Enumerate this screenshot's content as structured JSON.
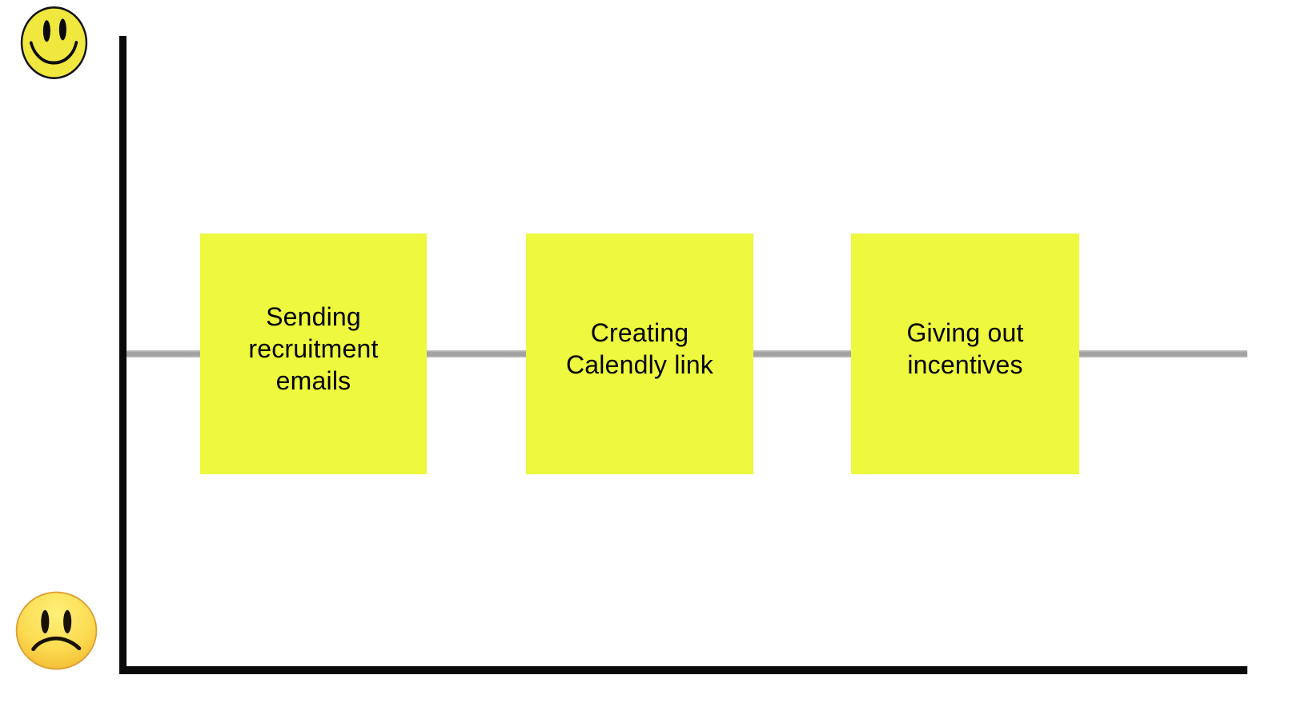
{
  "diagram": {
    "type": "journey-map",
    "sentiment_axis": {
      "top": "happy",
      "bottom": "sad"
    },
    "notes": [
      {
        "label": "Sending recruitment emails",
        "lines": [
          "Sending",
          "recruitment",
          "emails"
        ]
      },
      {
        "label": "Creating Calendly link",
        "lines": [
          "Creating",
          "Calendly link"
        ]
      },
      {
        "label": "Giving out incentives",
        "lines": [
          "Giving out",
          "incentives"
        ]
      }
    ],
    "icons": {
      "top_left": "happy-face-icon",
      "bottom_left": "sad-face-icon"
    },
    "colors": {
      "note_fill": "#EDF83E",
      "axis": "#0A0A0A",
      "journey_line": "#A2A2A2",
      "happy_face_fill": "#F0E73F",
      "sad_face_fill_top": "#FFF07A",
      "sad_face_fill_bottom": "#F1B62C",
      "text": "#000000"
    }
  }
}
